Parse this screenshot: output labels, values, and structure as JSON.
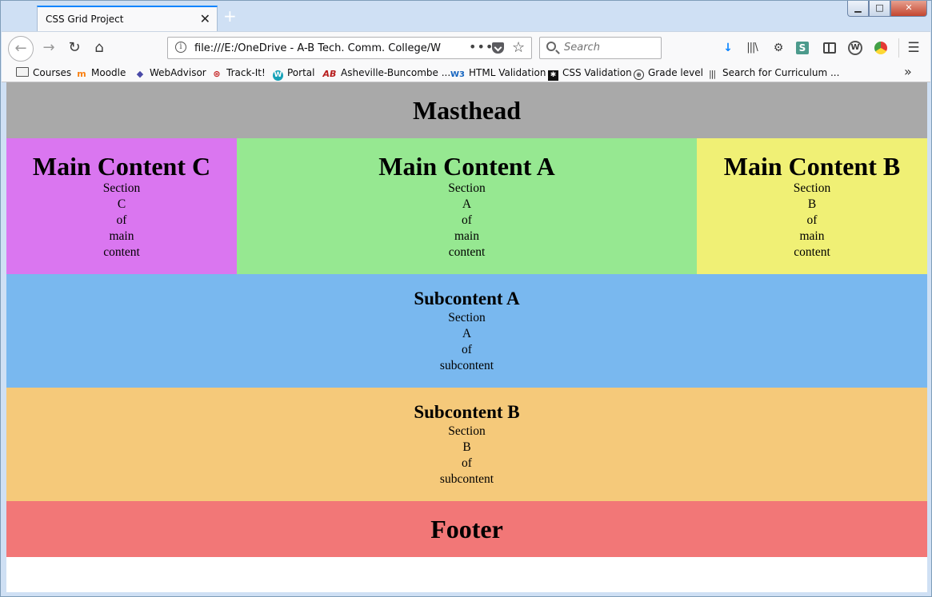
{
  "browser": {
    "tab_title": "CSS Grid Project",
    "tab_close": "✕",
    "new_tab": "+",
    "window_controls": {
      "minimize": "▁",
      "maximize": "□",
      "close": "✕"
    },
    "nav": {
      "back": "←",
      "forward": "→",
      "reload": "↻",
      "home": "⌂"
    },
    "url": "file:///E:/OneDrive - A-B Tech. Comm. College/WEB",
    "url_more": "•••",
    "star": "☆",
    "search_placeholder": "Search",
    "toolbar": {
      "download": "↓",
      "library": "|||\\",
      "settings": "⚙",
      "s_ext": "S",
      "w_ext": "W",
      "menu": "☰"
    },
    "bookmarks": [
      {
        "label": "Courses",
        "icon": "folder-icon",
        "glyph": ""
      },
      {
        "label": "Moodle",
        "icon": "moodle-icon",
        "glyph": "m"
      },
      {
        "label": "WebAdvisor",
        "icon": "webadvisor-icon",
        "glyph": "◆"
      },
      {
        "label": "Track-It!",
        "icon": "trackit-icon",
        "glyph": "⊛"
      },
      {
        "label": "Portal",
        "icon": "portal-icon",
        "glyph": "W"
      },
      {
        "label": "Asheville-Buncombe ...",
        "icon": "ab-logo-icon",
        "glyph": "AB"
      },
      {
        "label": "HTML Validation",
        "icon": "w3c-icon",
        "glyph": "W3"
      },
      {
        "label": "CSS Validation",
        "icon": "css-validation-icon",
        "glyph": "✱"
      },
      {
        "label": "Grade level",
        "icon": "globe-icon",
        "glyph": "⊕"
      },
      {
        "label": "Search for Curriculum ...",
        "icon": "barcode-icon",
        "glyph": "|||"
      }
    ],
    "bookmarks_overflow": "»"
  },
  "page": {
    "masthead": "Masthead",
    "main_c": {
      "heading": "Main Content C",
      "text": "Section C of main content"
    },
    "main_a": {
      "heading": "Main Content A",
      "text": "Section A of main content"
    },
    "main_b": {
      "heading": "Main Content B",
      "text": "Section B of main content"
    },
    "sub_a": {
      "heading": "Subcontent A",
      "text": "Section A of subcontent"
    },
    "sub_b": {
      "heading": "Subcontent B",
      "text": "Section B of subcontent"
    },
    "footer": "Footer"
  },
  "colors": {
    "masthead": "#a9a9a9",
    "main_c": "#da76f0",
    "main_a": "#96e891",
    "main_b": "#f0f075",
    "sub_a": "#79b8ef",
    "sub_b": "#f5c97a",
    "footer": "#f27777"
  }
}
